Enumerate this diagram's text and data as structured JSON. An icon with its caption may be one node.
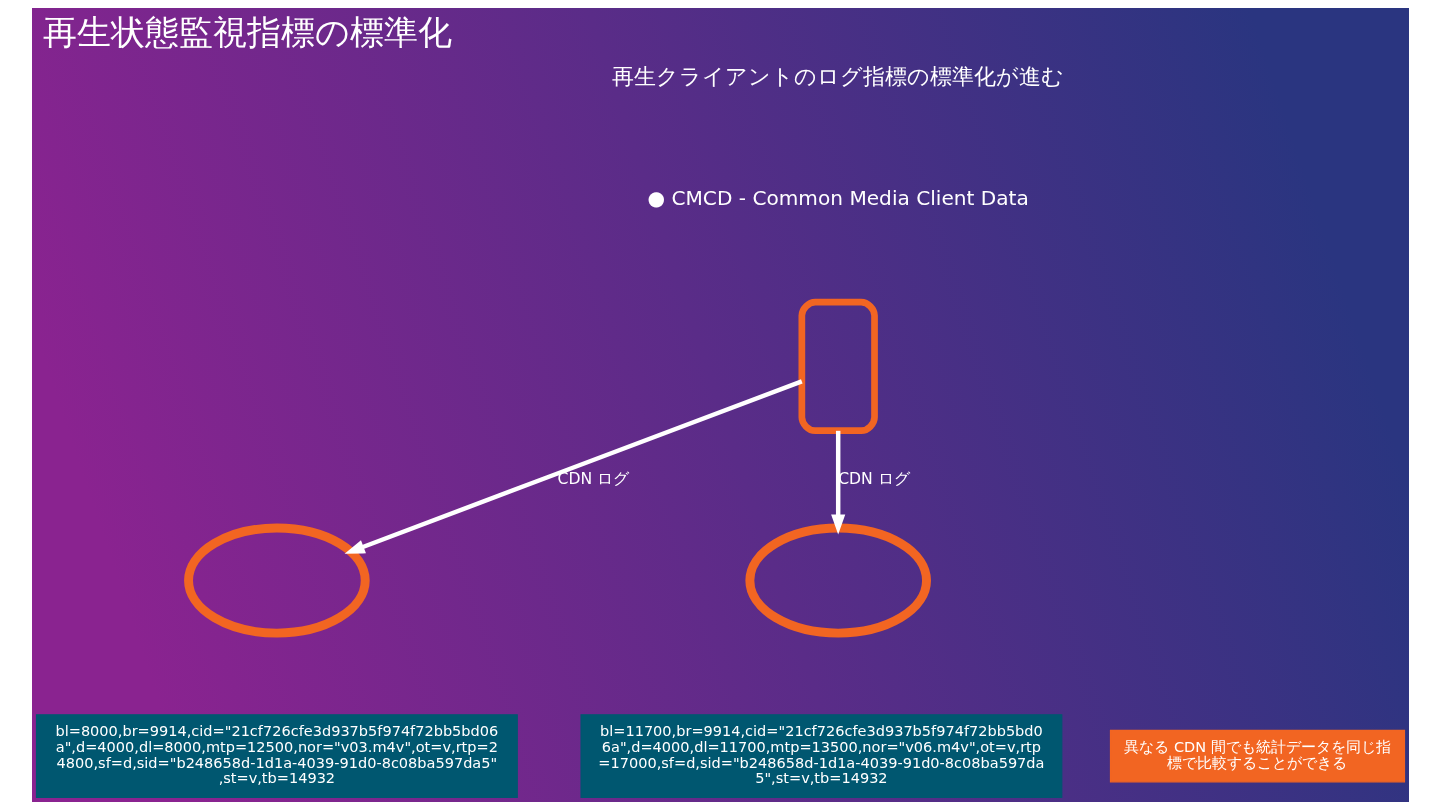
{
  "diagram": {
    "title": "再生状態監視指標の標準化",
    "nodes": [
      {
        "text": [],
        "shape": "cloud"
      },
      {
        "text": [],
        "shape": "phone"
      },
      {
        "text": [],
        "shape": "cloud"
      },
      {
        "text": [
          "bl=8000,br=9914,cid=\"21cf726cfe3d937b5f974f72bb5bd06a\",d=4000,dl=8000,mtp=12500,nor=\"v03.m4v\",ot=v,rtp=24800,sf=d,sid=\"b248658d-1d1a-4039-91d0-8c08ba597da5\",st=v,tb=14932"
        ]
      },
      {
        "text": [
          "bl=11700,br=9914,cid=\"21cf726cfe3d937b5f974f72bb5bd06a\",d=4000,dl=11700,mtp=13500,nor=\"v06.m4v\",ot=v,rtp=17000,sf=d,sid=\"b248658d-1d1a-4039-91d0-8c08ba597da5\",st=v,tb=14932"
        ]
      },
      {
        "text": [
          "異なる CDN 間でも統計データを同じ指標で比較することができる"
        ]
      }
    ],
    "edges": [
      {
        "from": 1,
        "to": 0,
        "arrow": "to",
        "label": "CDN ログ"
      },
      {
        "from": 1,
        "to": 2,
        "arrow": "to",
        "label": "CDN ログ"
      }
    ],
    "labels": [
      "再生クライアントのログ指標の標準化が進む",
      "● CMCD - Common Media Client Data"
    ]
  }
}
